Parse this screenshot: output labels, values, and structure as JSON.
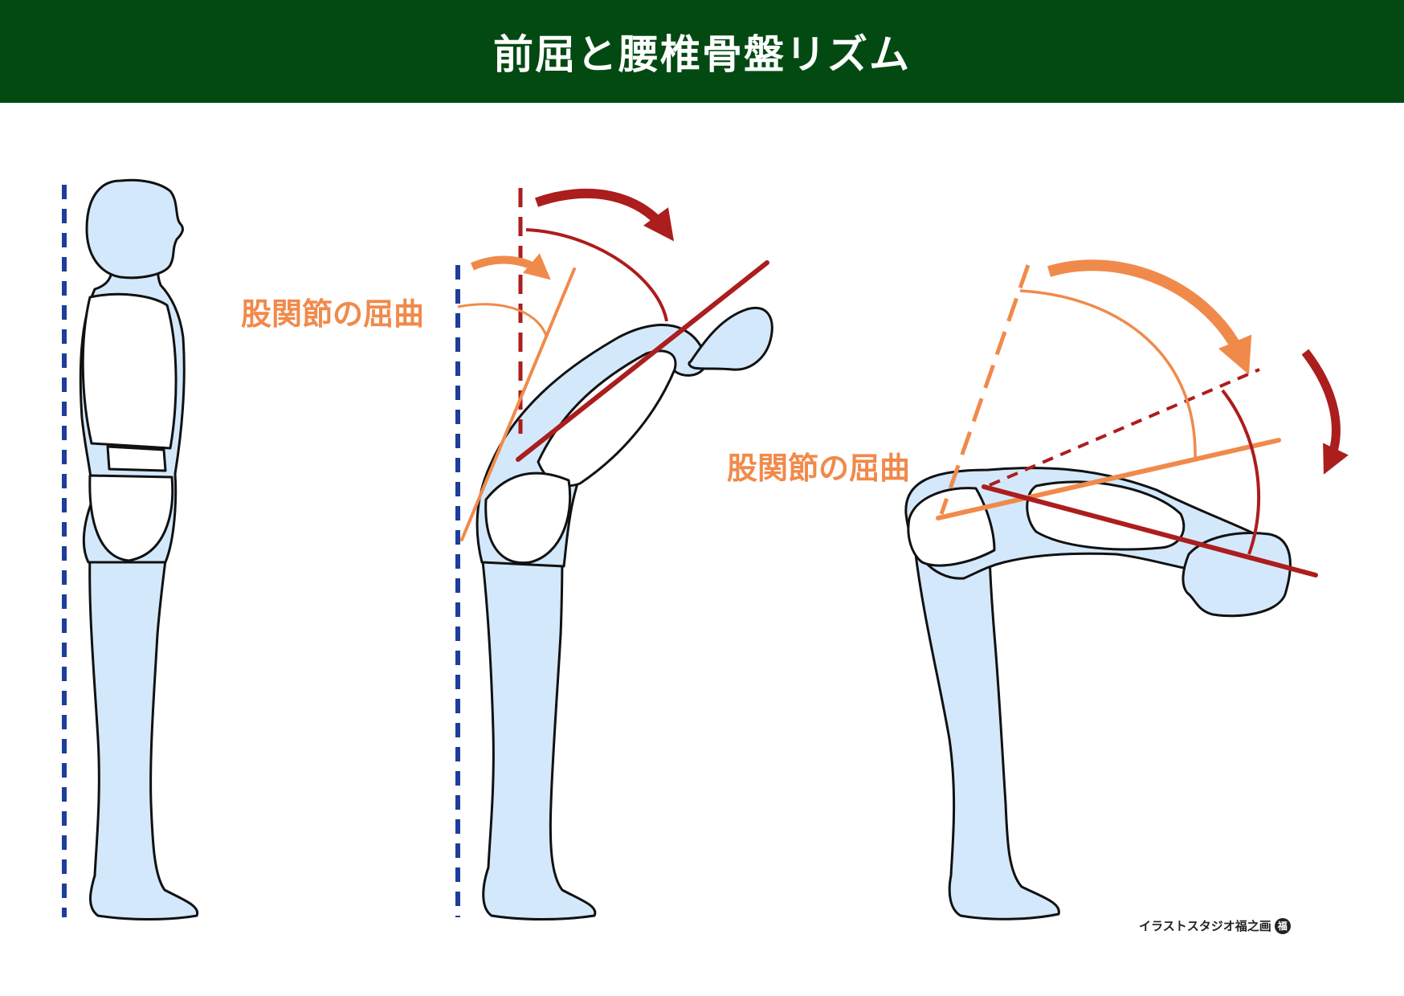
{
  "title": "前屈と腰椎骨盤リズム",
  "labels": {
    "hip_flexion_middle": "股関節の屈曲",
    "hip_flexion_right": "股関節の屈曲"
  },
  "credit": {
    "text": "イラストスタジオ福之画",
    "badge": "福"
  },
  "colors": {
    "header_bg": "#034a12",
    "body_fill": "#d3e8fb",
    "body_stroke": "#111111",
    "torso_fill": "#ffffff",
    "vertical_line": "#1d3e99",
    "hip_line": "#f08a4b",
    "spine_line": "#ac1d1d"
  },
  "icons": {
    "arrow_spine": "curved-arrow-icon",
    "arrow_hip": "curved-arrow-icon"
  }
}
